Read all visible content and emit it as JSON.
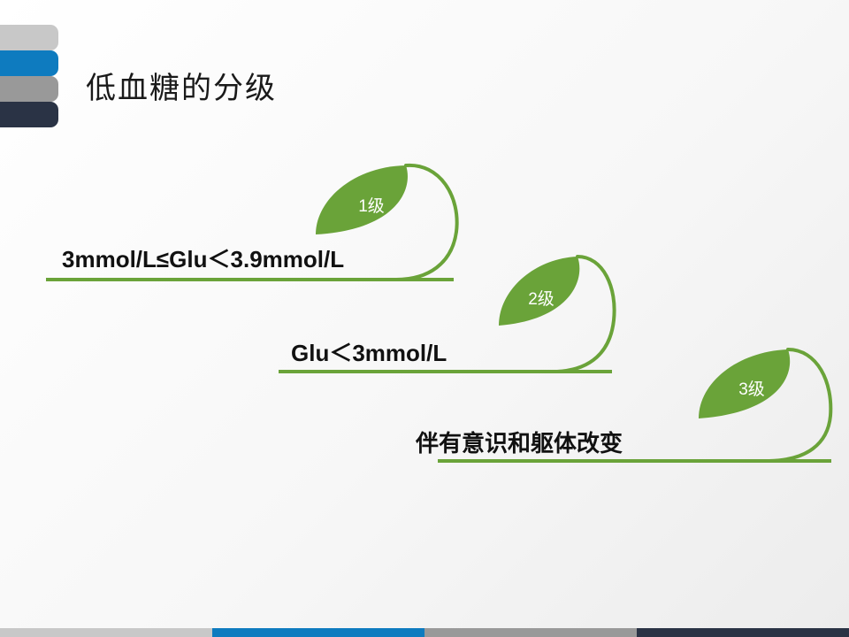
{
  "slide": {
    "title": "低血糖的分级"
  },
  "colors": {
    "accent_green": "#6aa339",
    "tabs": [
      "#c8c8c8",
      "#0e7bbf",
      "#999999",
      "#2a3345"
    ],
    "footer": [
      "#c8c8c8",
      "#0e7bbf",
      "#999999",
      "#2a3345"
    ]
  },
  "levels": [
    {
      "label": "1级",
      "criterion": "3mmol/L≤Glu＜3.9mmol/L"
    },
    {
      "label": "2级",
      "criterion": "Glu＜3mmol/L"
    },
    {
      "label": "3级",
      "criterion": "伴有意识和躯体改变"
    }
  ]
}
